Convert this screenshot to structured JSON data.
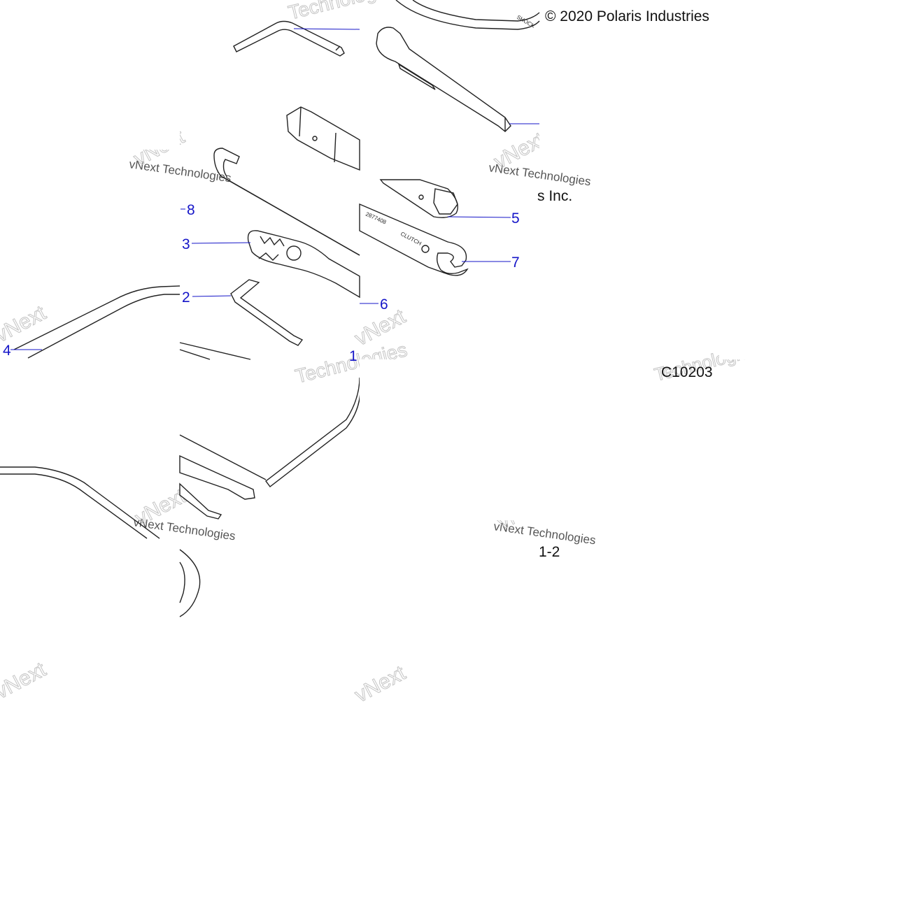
{
  "copyright": "© 2020 Polaris Industries",
  "copyright_tail": "s Inc.",
  "figure_code": "C10203",
  "figure_fragment": "1-2",
  "watermark_lines": [
    "vNext Technologies",
    "Technologies",
    "vNext"
  ],
  "callouts": [
    {
      "id": "callout-1",
      "label": "1"
    },
    {
      "id": "callout-2",
      "label": "2"
    },
    {
      "id": "callout-3",
      "label": "3"
    },
    {
      "id": "callout-4",
      "label": "4"
    },
    {
      "id": "callout-5",
      "label": "5"
    },
    {
      "id": "callout-6",
      "label": "6"
    },
    {
      "id": "callout-7",
      "label": "7"
    },
    {
      "id": "callout-8",
      "label": "8"
    }
  ],
  "tool_markings": {
    "shock_wrench": "SHOCK",
    "clutch_wrench_part": "2877408",
    "clutch_wrench_label": "CLUTCH"
  },
  "colors": {
    "callout": "#1515c8",
    "line": "#222222",
    "watermark": "#bdbdbd",
    "text": "#111111"
  }
}
